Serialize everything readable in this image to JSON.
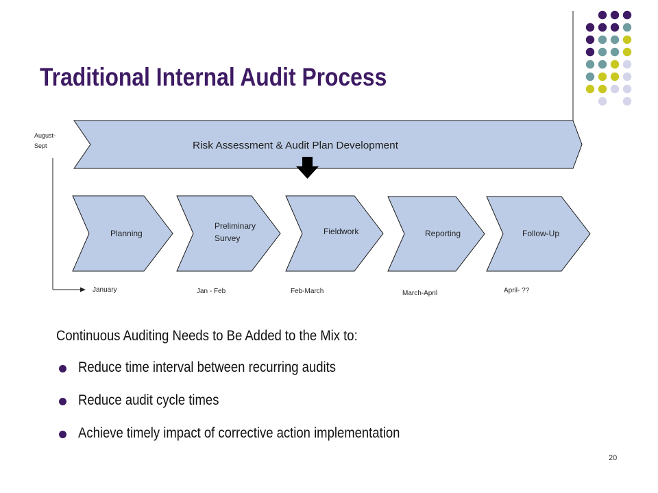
{
  "title": "Traditional Internal Audit Process",
  "banner": {
    "label": "Risk Assessment & Audit Plan Development",
    "period": [
      "August-",
      "Sept"
    ]
  },
  "phases": [
    {
      "label": [
        "Planning"
      ],
      "period": "January"
    },
    {
      "label": [
        "Preliminary",
        "Survey"
      ],
      "period": "Jan - Feb"
    },
    {
      "label": [
        "Fieldwork"
      ],
      "period": "Feb-March"
    },
    {
      "label": [
        "Reporting"
      ],
      "period": "March-April"
    },
    {
      "label": [
        "Follow-Up"
      ],
      "period": "April- ??"
    }
  ],
  "intro": "Continuous Auditing Needs to Be Added to the Mix to:",
  "bullets": [
    "Reduce time interval between recurring audits",
    "Reduce audit cycle times",
    "Achieve timely impact of corrective action implementation"
  ],
  "page_number": "20",
  "colors": {
    "title": "#3d1a63",
    "shape_fill": "#bccce6",
    "shape_stroke": "#1a1a1a",
    "dot_purple": "#3d1a63",
    "dot_teal": "#6f9c9e",
    "dot_lime": "#c8c821",
    "dot_lavender": "#d4d4ea"
  }
}
